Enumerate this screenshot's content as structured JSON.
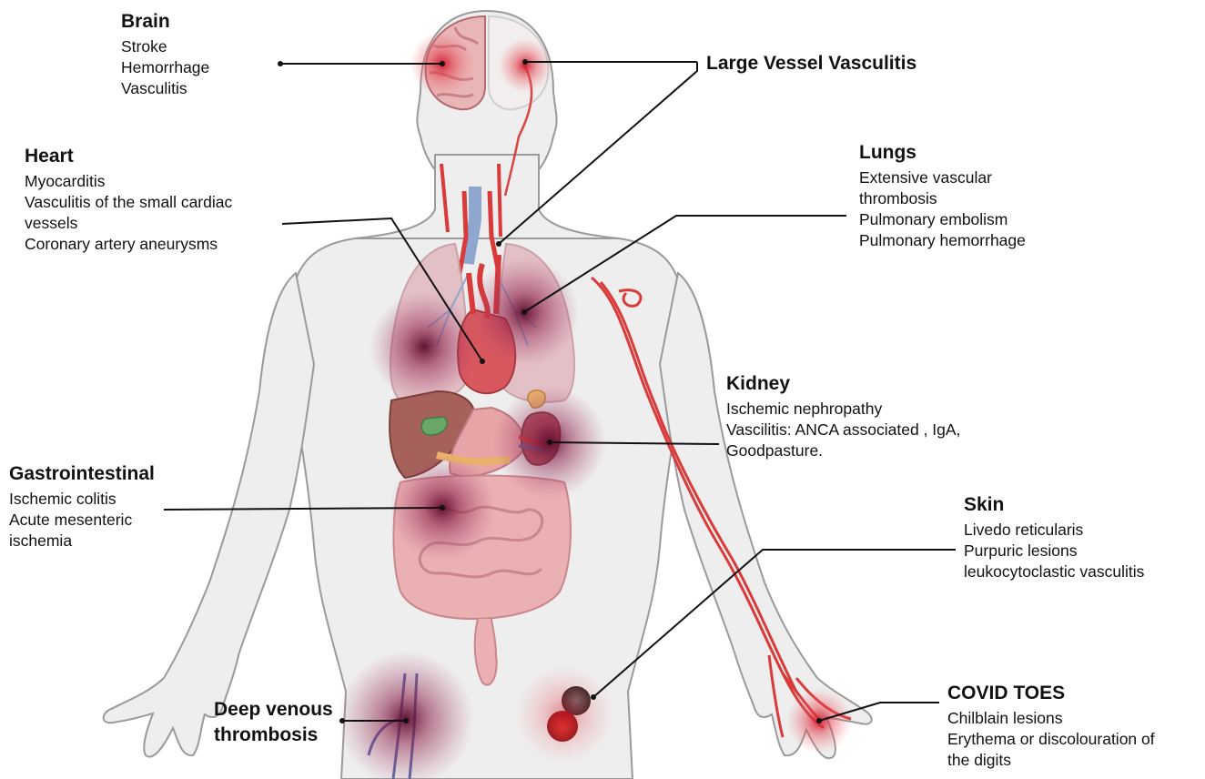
{
  "labels": {
    "brain": {
      "title": "Brain",
      "items": [
        "Stroke",
        "Hemorrhage",
        "Vasculitis"
      ]
    },
    "large_vessel": {
      "title": "Large Vessel Vasculitis"
    },
    "heart": {
      "title": "Heart",
      "items": [
        "Myocarditis",
        "Vasculitis of the small cardiac",
        "vessels",
        "Coronary artery aneurysms"
      ]
    },
    "lungs": {
      "title": "Lungs",
      "items": [
        "Extensive vascular",
        "thrombosis",
        "Pulmonary embolism",
        "Pulmonary hemorrhage"
      ]
    },
    "kidney": {
      "title": "Kidney",
      "items": [
        "Ischemic nephropathy",
        "Vascilitis: ANCA associated , IgA,",
        "Goodpasture."
      ]
    },
    "gi": {
      "title": "Gastrointestinal",
      "items": [
        "Ischemic colitis",
        "Acute mesenteric",
        "ischemia"
      ]
    },
    "skin": {
      "title": "Skin",
      "items": [
        "Livedo reticularis",
        "Purpuric lesions",
        "leukocytoclastic vasculitis"
      ]
    },
    "dvt": {
      "title_lines": [
        "Deep venous",
        "thrombosis"
      ]
    },
    "covid_toes": {
      "title": "COVID TOES",
      "items": [
        "Chilblain lesions",
        "Erythema or discolouration of",
        "the digits"
      ]
    }
  },
  "colors": {
    "body_fill": "#eeeeee",
    "body_outline": "#9a9a9a",
    "organ_pink": "#e8a9ad",
    "artery_red": "#d93a3a",
    "trachea_blue": "#8fa6cf",
    "liver_brown": "#a6625a",
    "lesion_purple": "#7a1536",
    "leader_line": "#111111"
  }
}
